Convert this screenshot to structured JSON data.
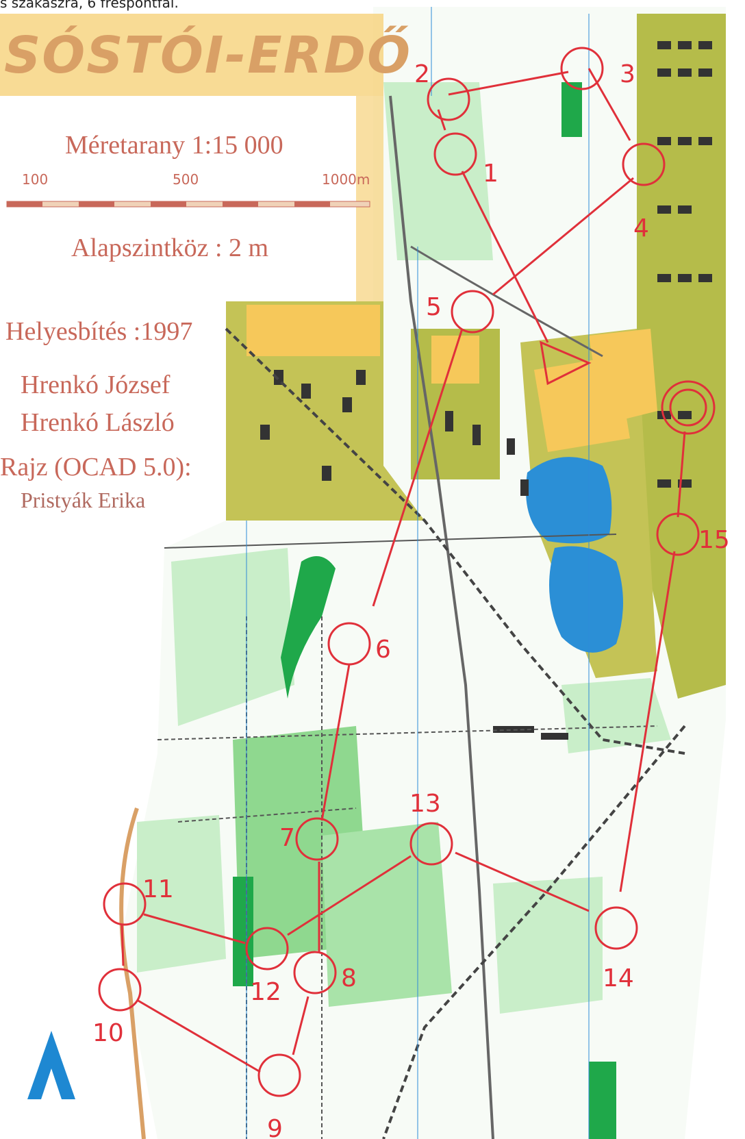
{
  "caption": "s szakaszra, 6 frespontfal.",
  "map": {
    "title": "SÓSTÓI-ERDŐ",
    "scale_label": "Méretarany 1:15 000",
    "scale_ticks": [
      "100",
      "500",
      "1000m"
    ],
    "contour_interval": "Alapszintköz : 2 m",
    "update": "Helyesbítés :1997",
    "authors": [
      "Hrenkó József",
      "Hrenkó László"
    ],
    "drawing": "Rajz (OCAD 5.0):",
    "drawer": "Pristyák Erika"
  },
  "course": {
    "start_label": "start-triangle",
    "finish_label": "finish-double-circle",
    "controls": [
      {
        "number": "1"
      },
      {
        "number": "2"
      },
      {
        "number": "3"
      },
      {
        "number": "4"
      },
      {
        "number": "5"
      },
      {
        "number": "6"
      },
      {
        "number": "7"
      },
      {
        "number": "8"
      },
      {
        "number": "9"
      },
      {
        "number": "10"
      },
      {
        "number": "11"
      },
      {
        "number": "12"
      },
      {
        "number": "13"
      },
      {
        "number": "14"
      },
      {
        "number": "15"
      }
    ]
  },
  "colors": {
    "course": "#e0303a",
    "title": "#d9a066",
    "text": "#c8685a",
    "forest_light": "#c9eec9",
    "forest_mid": "#8fd88f",
    "forest_dark": "#1fa84a",
    "olive": "#b5bc4a",
    "yellow": "#f6c85a",
    "water": "#2b8fd6",
    "building": "#333333",
    "north_arrow": "#1e88d2"
  },
  "icons": {
    "north": "north-arrow-icon"
  }
}
